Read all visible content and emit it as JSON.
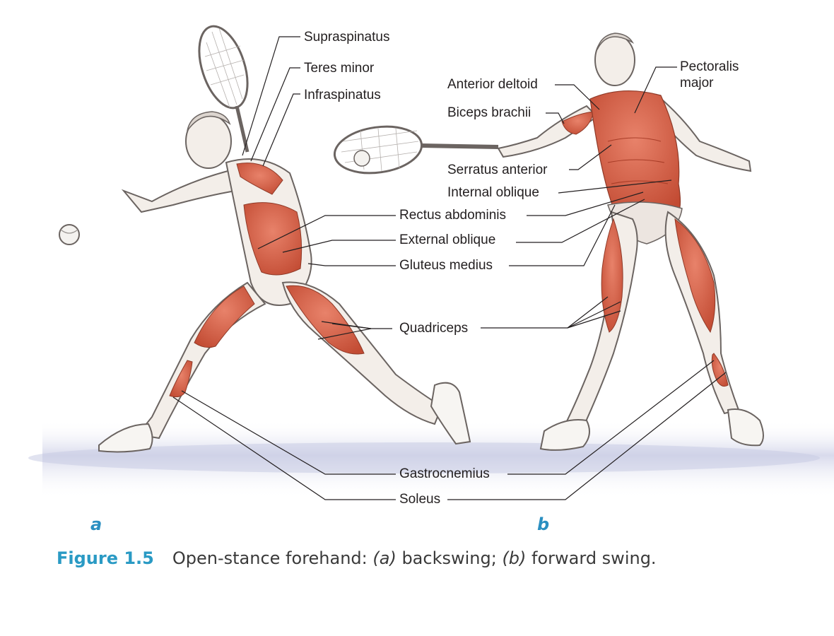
{
  "labels": {
    "supraspinatus": "Supraspinatus",
    "teres_minor": "Teres minor",
    "infraspinatus": "Infraspinatus",
    "rectus_abdominis": "Rectus abdominis",
    "external_oblique": "External oblique",
    "gluteus_medius": "Gluteus medius",
    "quadriceps": "Quadriceps",
    "gastrocnemius": "Gastrocnemius",
    "soleus": "Soleus",
    "anterior_deltoid": "Anterior deltoid",
    "biceps_brachii": "Biceps brachii",
    "serratus_anterior": "Serratus anterior",
    "internal_oblique": "Internal oblique",
    "pectoralis_major_line1": "Pectoralis",
    "pectoralis_major_line2": "major"
  },
  "panels": {
    "a": "a",
    "b": "b"
  },
  "caption": {
    "figure_number": "Figure 1.5",
    "text_before": "Open-stance forehand: ",
    "part_a": "(a)",
    "text_mid": " backswing; ",
    "part_b": "(b)",
    "text_end": " forward swing."
  },
  "colors": {
    "muscle": "#d9634a",
    "muscle_dark": "#b8432d",
    "skin": "#f2ece8",
    "outline": "#6b6461",
    "leader": "#231f20",
    "ground": "#cfd2e6",
    "caption_accent": "#2a9ac4"
  }
}
